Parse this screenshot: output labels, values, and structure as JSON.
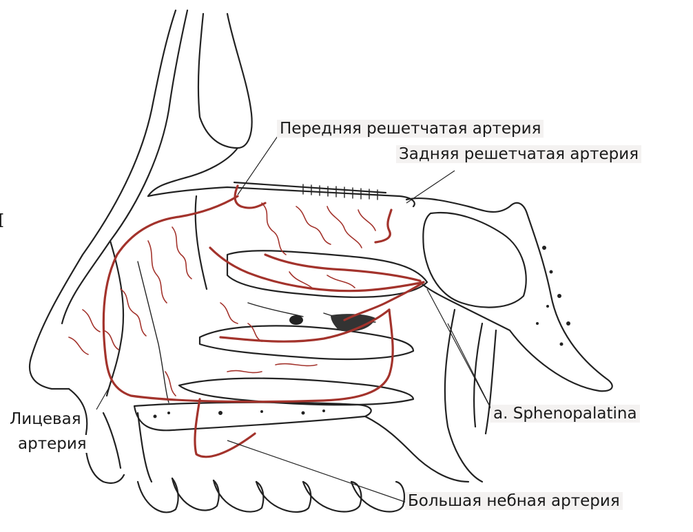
{
  "labels": {
    "anterior_ethmoidal": "Передняя решетчатая артерия",
    "posterior_ethmoidal": "Задняя решетчатая артерия",
    "sphenopalatine": "a. Sphenopalatina",
    "facial_line1": "Лицевая",
    "facial_line2": "артерия",
    "greater_palatine": "Большая небная артерия",
    "edge_mark": "["
  },
  "colors": {
    "artery": "#a3332c",
    "outline": "#222222",
    "label_background": "#f4f2f1"
  }
}
